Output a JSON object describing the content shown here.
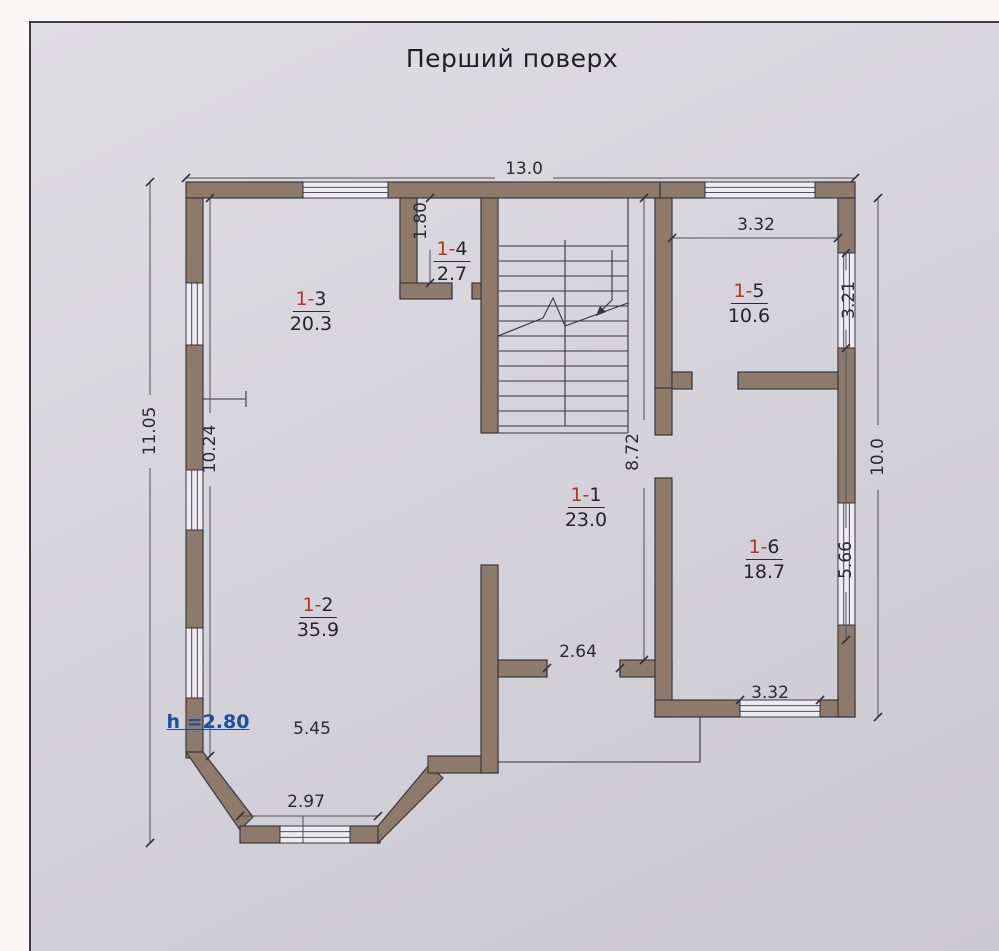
{
  "title": "Перший поверх",
  "height_note": "h =2.80",
  "rooms": {
    "r1": {
      "num": "1-",
      "suffix": "1",
      "area": "23.0"
    },
    "r2": {
      "num": "1-",
      "suffix": "2",
      "area": "35.9"
    },
    "r3": {
      "num": "1-",
      "suffix": "3",
      "area": "20.3"
    },
    "r4": {
      "num": "1-",
      "suffix": "4",
      "area": "2.7"
    },
    "r5": {
      "num": "1-",
      "suffix": "5",
      "area": "10.6"
    },
    "r6": {
      "num": "1-",
      "suffix": "6",
      "area": "18.7"
    }
  },
  "dims": {
    "top_width": "13.0",
    "vestibule_width": "1.80",
    "room5_width": "3.32",
    "room5_window": "3.21",
    "left_outer": "11.05",
    "left_inner": "10.24",
    "hall_depth": "8.72",
    "right_outer": "10.0",
    "room6_window": "5.66",
    "entry_door": "2.64",
    "room6_width": "3.32",
    "room2_width": "5.45",
    "bay_width": "2.97"
  },
  "colors": {
    "wall": "#8d7a6a",
    "red": "#b23527",
    "blue": "#1c4fa0"
  }
}
